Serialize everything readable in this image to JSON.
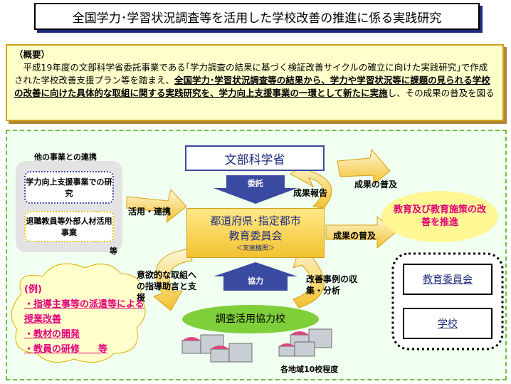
{
  "title": "全国学力･学習状況調査等を活用した学校改善の推進に係る実践研究",
  "summary": {
    "heading": "（概要）",
    "seg1": "　平成19年度の文部科学省委託事業である｢学力調査の結果に基づく検証改善サイクルの確立に向けた実践研究｣で作成された学校改善支援プラン等を踏まえ、",
    "seg2": "全国学力･学習状況調査等の結果から、学力や学習状況等に課題の見られる学校の改善に向けた具体的な取組に関する実践研究を、学力向上支援事業の一環として新たに実施",
    "seg3": "し、その成果の普及を図る"
  },
  "diagram": {
    "other_label": "他の事業との連携",
    "other_item1": "学力向上支援事業での研究",
    "other_item2": "退職教員等外部人材活用事業",
    "etc1": "等",
    "mext": "文部科学省",
    "itaku": "委託",
    "seika_houkoku": "成果報告",
    "seika_fukyu1": "成果の普及",
    "seika_fukyu2": "成果の普及",
    "katsuyou": "活用・連携",
    "pref_line1": "都道府県･指定都市",
    "pref_line2": "教育委員会",
    "pref_line3": "＜実施機関＞",
    "kyouryoku": "協力",
    "ishiki": "意欲的な取組への指導助言と支援",
    "kaizen": "改善事例の収集・分析",
    "kyouryokukou": "調査活用協力校",
    "kakuchiiki": "各地域10校程度",
    "goal": "教育及び教育施策の改善を推進",
    "board": "教育委員会",
    "school": "学校",
    "ex_label": "(例)",
    "ex1": "・指導主事等の派遣等による授業改善",
    "ex2": "・教材の開発",
    "ex3": "・教員の研修　　等"
  },
  "colors": {
    "accent_gold": "#f2c230",
    "red_text": "#e0007a",
    "navy": "#1f2a7a",
    "green_panel": "#f0fff0"
  }
}
